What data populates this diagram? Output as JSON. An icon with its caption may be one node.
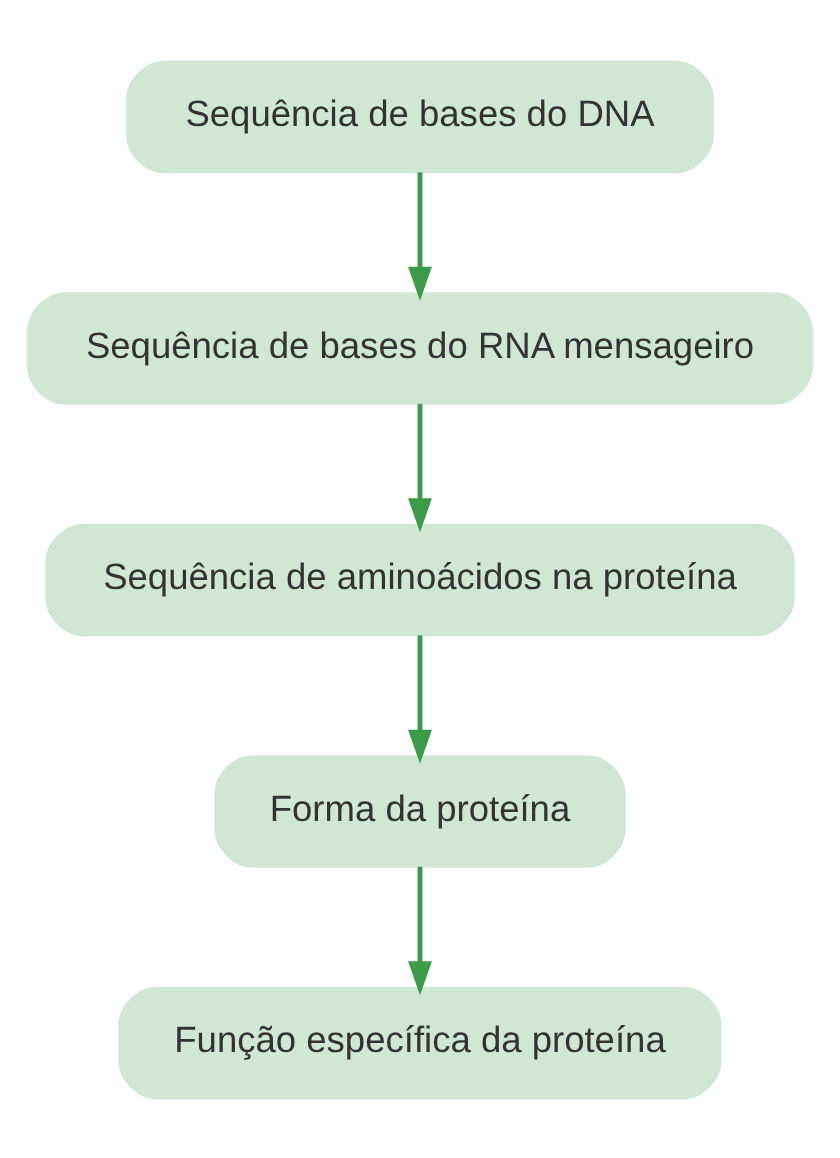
{
  "diagram": {
    "nodes": [
      {
        "text": [
          "Sequência de bases do DNA"
        ]
      },
      {
        "text": [
          "Sequência de bases do RNA mensageiro"
        ]
      },
      {
        "text": [
          "Sequência de aminoácidos na proteína"
        ]
      },
      {
        "text": [
          "Forma da proteína"
        ]
      },
      {
        "text": [
          "Função específica da proteína"
        ]
      }
    ],
    "edges": [
      {
        "from": 0,
        "to": 1,
        "arrow": "to"
      },
      {
        "from": 1,
        "to": 2,
        "arrow": "to"
      },
      {
        "from": 2,
        "to": 3,
        "arrow": "to"
      },
      {
        "from": 3,
        "to": 4,
        "arrow": "to"
      }
    ]
  }
}
